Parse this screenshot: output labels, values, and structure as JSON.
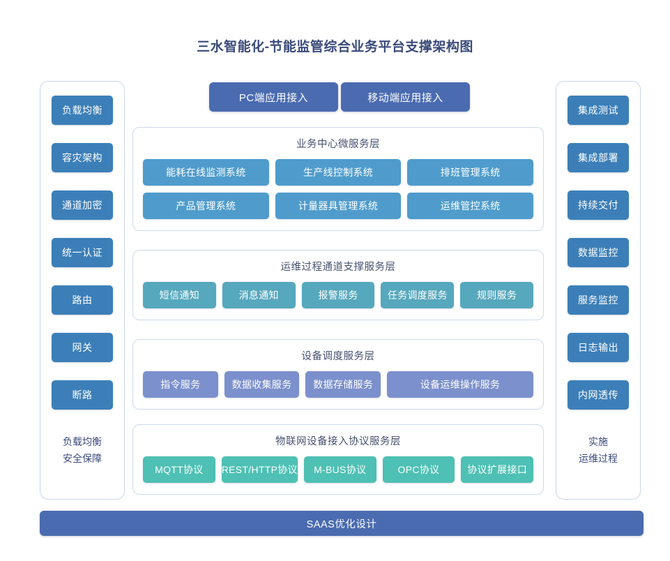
{
  "title": "三水智能化-节能监管综合业务平台支撑架构图",
  "colors": {
    "title_text": "#3b4a7a",
    "side_button": "#3c7fb8",
    "access_bar": "#4a6bb0",
    "business_node": "#4f9ccc",
    "ops_node": "#56a8bd",
    "device_node": "#7b90cc",
    "iot_node": "#4ec0b4",
    "saas_bar": "#4a6bb0",
    "panel_border": "#ccd8ea"
  },
  "left_column": {
    "buttons": [
      {
        "label": "负载均衡"
      },
      {
        "label": "容灾架构"
      },
      {
        "label": "通道加密"
      },
      {
        "label": "统一认证"
      },
      {
        "label": "路由"
      },
      {
        "label": "网关"
      },
      {
        "label": "断路"
      }
    ],
    "footer": {
      "line1": "负载均衡",
      "line2": "安全保障"
    }
  },
  "right_column": {
    "buttons": [
      {
        "label": "集成测试"
      },
      {
        "label": "集成部署"
      },
      {
        "label": "持续交付"
      },
      {
        "label": "数据监控"
      },
      {
        "label": "服务监控"
      },
      {
        "label": "日志输出"
      },
      {
        "label": "内网透传"
      }
    ],
    "footer": {
      "line1": "实施",
      "line2": "运维过程"
    }
  },
  "access": {
    "pc": "PC端应用接入",
    "mobile": "移动端应用接入"
  },
  "layers": {
    "business": {
      "title": "业务中心微服务层",
      "row1": [
        {
          "label": "能耗在线监测系统"
        },
        {
          "label": "生产线控制系统"
        },
        {
          "label": "排班管理系统"
        }
      ],
      "row2": [
        {
          "label": "产品管理系统"
        },
        {
          "label": "计量器具管理系统"
        },
        {
          "label": "运维管控系统"
        }
      ]
    },
    "ops": {
      "title": "运维过程通道支撑服务层",
      "row1": [
        {
          "label": "短信通知"
        },
        {
          "label": "消息通知"
        },
        {
          "label": "报警服务"
        },
        {
          "label": "任务调度服务"
        },
        {
          "label": "规则服务"
        }
      ]
    },
    "device": {
      "title": "设备调度服务层",
      "row1": [
        {
          "label": "指令服务"
        },
        {
          "label": "数据收集服务"
        },
        {
          "label": "数据存储服务"
        },
        {
          "label": "设备运维操作服务"
        }
      ]
    },
    "iot": {
      "title": "物联网设备接入协议服务层",
      "row1": [
        {
          "label": "MQTT协议"
        },
        {
          "label": "REST/HTTP协议"
        },
        {
          "label": "M-BUS协议"
        },
        {
          "label": "OPC协议"
        },
        {
          "label": "协议扩展接口"
        }
      ]
    }
  },
  "saas": {
    "label": "SAAS优化设计"
  }
}
